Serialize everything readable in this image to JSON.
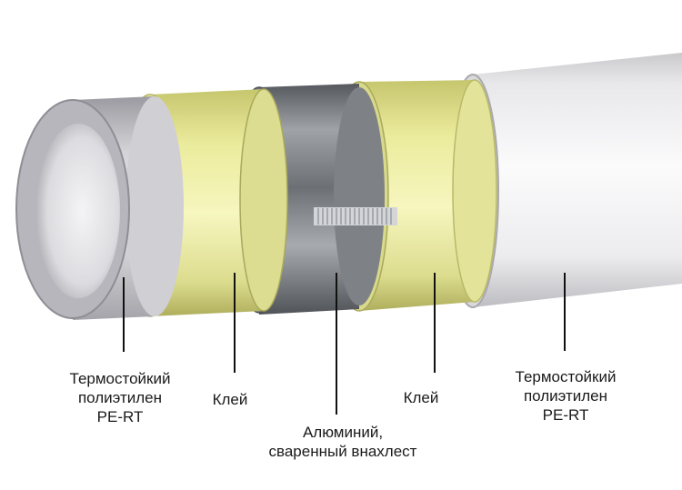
{
  "diagram": {
    "layers": [
      {
        "id": "inner-pe-rt",
        "lines": [
          "Термостойкий",
          "полиэтилен",
          "PE-RT"
        ]
      },
      {
        "id": "glue-inner",
        "lines": [
          "Клей"
        ]
      },
      {
        "id": "aluminium",
        "lines": [
          "Алюминий,",
          "сваренный внахлест"
        ]
      },
      {
        "id": "glue-outer",
        "lines": [
          "Клей"
        ]
      },
      {
        "id": "outer-pe-rt",
        "lines": [
          "Термостойкий",
          "полиэтилен",
          "PE-RT"
        ]
      }
    ],
    "colors": {
      "outer_pe": "#e9e9ec",
      "glue": "#e6e6a0",
      "aluminium": "#8a8d92",
      "inner_pe": "#c6c6cb",
      "leader": "#111111"
    }
  }
}
